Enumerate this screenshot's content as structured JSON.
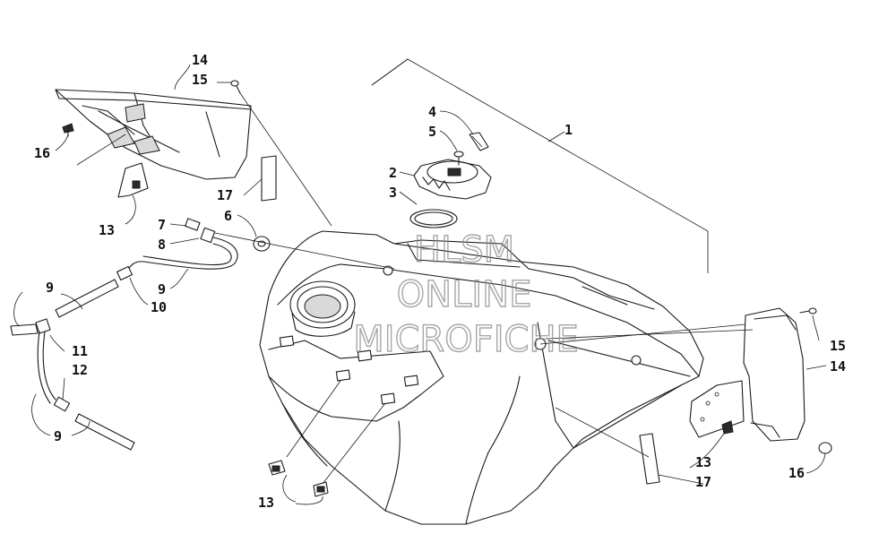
{
  "watermark": {
    "line1": "HLSM",
    "line2": "ONLINE",
    "line3": "MICROFICHE"
  },
  "callouts": {
    "c1": "1",
    "c2": "2",
    "c3": "3",
    "c4": "4",
    "c5": "5",
    "c6": "6",
    "c7": "7",
    "c8": "8",
    "c9a": "9",
    "c9b": "9",
    "c9c": "9",
    "c10": "10",
    "c11": "11",
    "c12": "12",
    "c13a": "13",
    "c13b": "13",
    "c13c": "13",
    "c14a": "14",
    "c14b": "14",
    "c15a": "15",
    "c15b": "15",
    "c16a": "16",
    "c16b": "16",
    "c17a": "17",
    "c17b": "17"
  }
}
